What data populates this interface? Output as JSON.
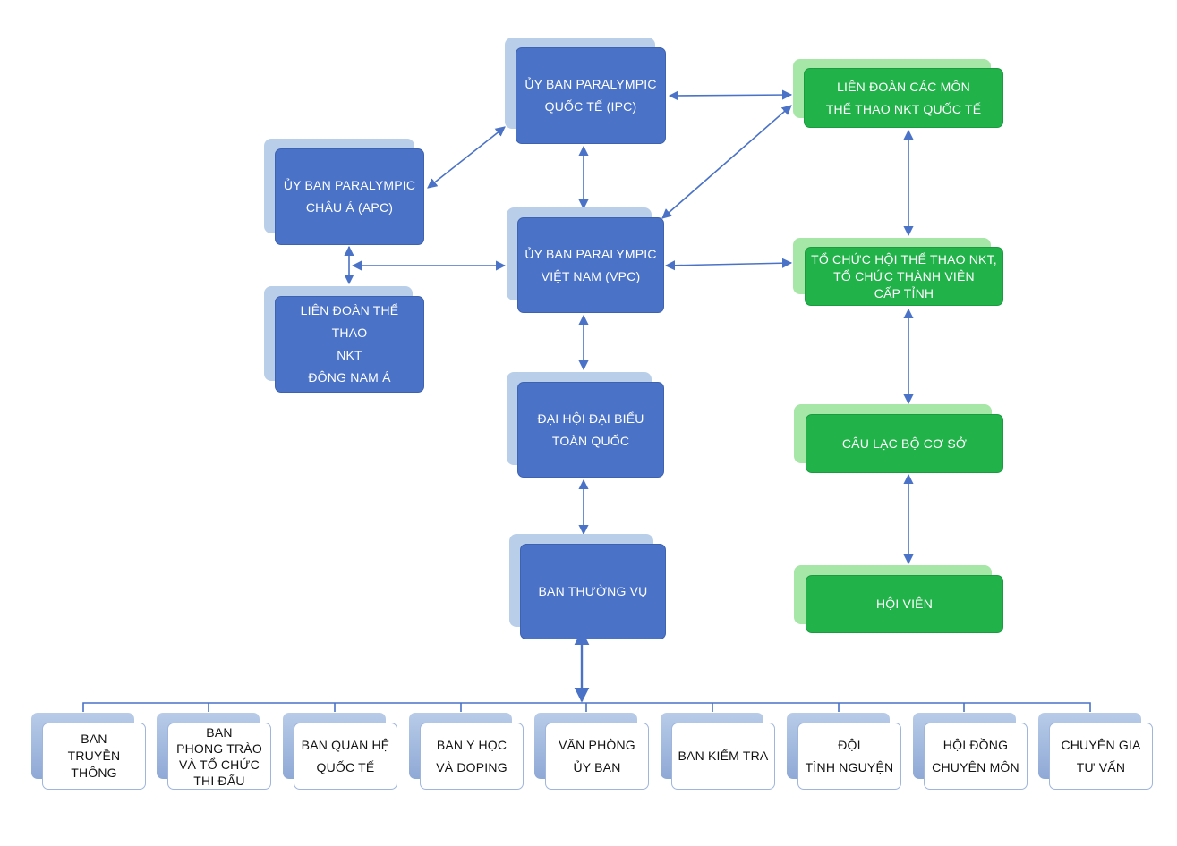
{
  "colors": {
    "blue_box": "#4a72c6",
    "blue_shadow": "#b9cfe9",
    "green_box": "#21b24a",
    "green_shadow": "#a6e6a6",
    "connector": "#4a72c6"
  },
  "nodes": {
    "ipc": "ỦY BAN PARALYMPIC\nQUỐC TẾ (IPC)",
    "apc": "ỦY BAN PARALYMPIC\nCHÂU Á (APC)",
    "vpc": "ỦY BAN PARALYMPIC\nVIỆT NAM (VPC)",
    "asean": "LIÊN ĐOÀN THỂ THAO\nNKT\nĐÔNG NAM Á",
    "congress": "ĐẠI HỘI ĐẠI BIỂU\nTOÀN QUỐC",
    "standing": "BAN THƯỜNG VỤ",
    "intl_fed": "LIÊN ĐOÀN CÁC MÔN\nTHỂ THAO NKT QUỐC TẾ",
    "provincial": "TỔ CHỨC HỘI THỂ THAO NKT,\nTỔ CHỨC THÀNH VIÊN\nCẤP TỈNH",
    "clubs": "CÂU LẠC BỘ CƠ SỞ",
    "members": "HỘI VIÊN"
  },
  "departments": [
    "BAN\nTRUYỀN\nTHÔNG",
    "BAN\nPHONG TRÀO\nVÀ TỔ CHỨC\nTHI ĐẤU",
    "BAN QUAN HỆ\nQUỐC TẾ",
    "BAN Y HỌC\nVÀ DOPING",
    "VĂN PHÒNG\nỦY BAN",
    "BAN KIỂM TRA",
    "ĐỘI\nTÌNH NGUYỆN",
    "HỘI ĐỒNG\nCHUYÊN MÔN",
    "CHUYÊN GIA\nTƯ VẤN"
  ]
}
